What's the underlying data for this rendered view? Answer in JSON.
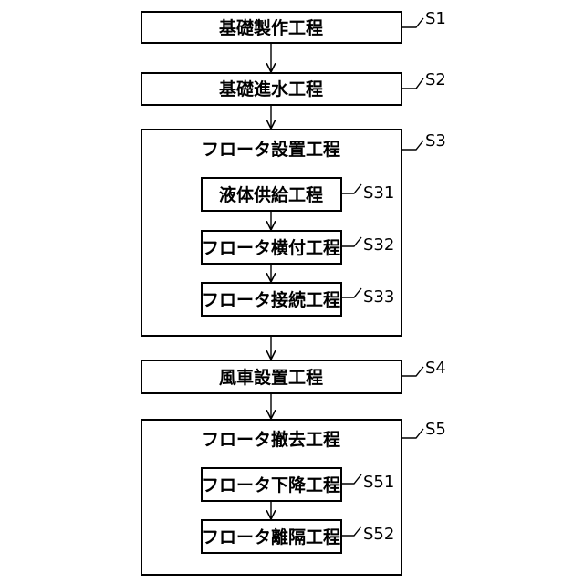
{
  "steps": {
    "s1": {
      "text": "基礎製作工程",
      "label": "S1"
    },
    "s2": {
      "text": "基礎進水工程",
      "label": "S2"
    },
    "s3": {
      "text": "フロータ設置工程",
      "label": "S3"
    },
    "s31": {
      "text": "液体供給工程",
      "label": "S31"
    },
    "s32": {
      "text": "フロータ横付工程",
      "label": "S32"
    },
    "s33": {
      "text": "フロータ接続工程",
      "label": "S33"
    },
    "s4": {
      "text": "風車設置工程",
      "label": "S4"
    },
    "s5": {
      "text": "フロータ撤去工程",
      "label": "S5"
    },
    "s51": {
      "text": "フロータ下降工程",
      "label": "S51"
    },
    "s52": {
      "text": "フロータ離隔工程",
      "label": "S52"
    }
  }
}
